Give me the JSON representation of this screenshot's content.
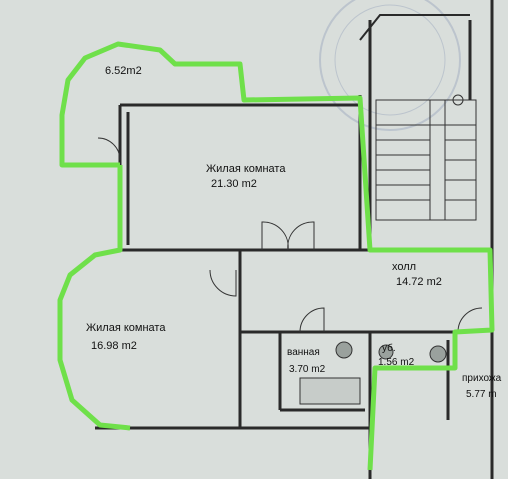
{
  "rooms": {
    "balcony": {
      "area": "6.52m2"
    },
    "living1": {
      "name": "Жилая комната",
      "area": "21.30  m2"
    },
    "living2": {
      "name": "Жилая комната",
      "area": "16.98  m2"
    },
    "hall": {
      "name": "холл",
      "area": "14.72  m2"
    },
    "bath": {
      "name": "ванная",
      "area": "3.70  m2"
    },
    "wc": {
      "name": "уб.",
      "area": "1.56  m2"
    },
    "entry": {
      "name": "прихожа",
      "area": "5.77  m"
    }
  },
  "colors": {
    "background": "#d9dedb",
    "wall": "#2a2a2a",
    "highlight": "#6fe04a",
    "stamp": "#a9b4c4"
  }
}
